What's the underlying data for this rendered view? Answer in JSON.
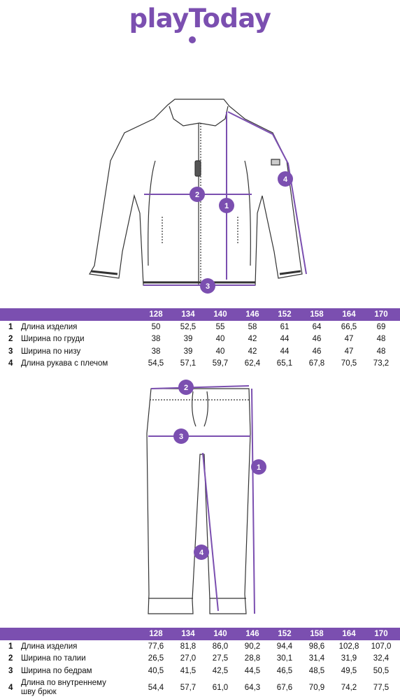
{
  "brand": {
    "logo_text": "playToday",
    "accent_color": "#7b4fb0"
  },
  "jacket_table": {
    "sizes": [
      "128",
      "134",
      "140",
      "146",
      "152",
      "158",
      "164",
      "170"
    ],
    "rows": [
      {
        "num": "1",
        "label": "Длина изделия",
        "values": [
          "50",
          "52,5",
          "55",
          "58",
          "61",
          "64",
          "66,5",
          "69"
        ]
      },
      {
        "num": "2",
        "label": "Ширина по груди",
        "values": [
          "38",
          "39",
          "40",
          "42",
          "44",
          "46",
          "47",
          "48"
        ]
      },
      {
        "num": "3",
        "label": "Ширина по низу",
        "values": [
          "38",
          "39",
          "40",
          "42",
          "44",
          "46",
          "47",
          "48"
        ]
      },
      {
        "num": "4",
        "label": "Длина рукава с плечом",
        "values": [
          "54,5",
          "57,1",
          "59,7",
          "62,4",
          "65,1",
          "67,8",
          "70,5",
          "73,2"
        ]
      }
    ]
  },
  "pants_table": {
    "sizes": [
      "128",
      "134",
      "140",
      "146",
      "152",
      "158",
      "164",
      "170"
    ],
    "rows": [
      {
        "num": "1",
        "label": "Длина изделия",
        "values": [
          "77,6",
          "81,8",
          "86,0",
          "90,2",
          "94,4",
          "98,6",
          "102,8",
          "107,0"
        ]
      },
      {
        "num": "2",
        "label": "Ширина по талии",
        "values": [
          "26,5",
          "27,0",
          "27,5",
          "28,8",
          "30,1",
          "31,4",
          "31,9",
          "32,4"
        ]
      },
      {
        "num": "3",
        "label": "Ширина по бедрам",
        "values": [
          "40,5",
          "41,5",
          "42,5",
          "44,5",
          "46,5",
          "48,5",
          "49,5",
          "50,5"
        ]
      },
      {
        "num": "4",
        "label": "Длина по внутреннему\nшву брюк",
        "values": [
          "54,4",
          "57,7",
          "61,0",
          "64,3",
          "67,6",
          "70,9",
          "74,2",
          "77,5"
        ]
      }
    ]
  },
  "jacket_markers": [
    "1",
    "2",
    "3",
    "4"
  ],
  "pants_markers": [
    "1",
    "2",
    "3",
    "4"
  ]
}
